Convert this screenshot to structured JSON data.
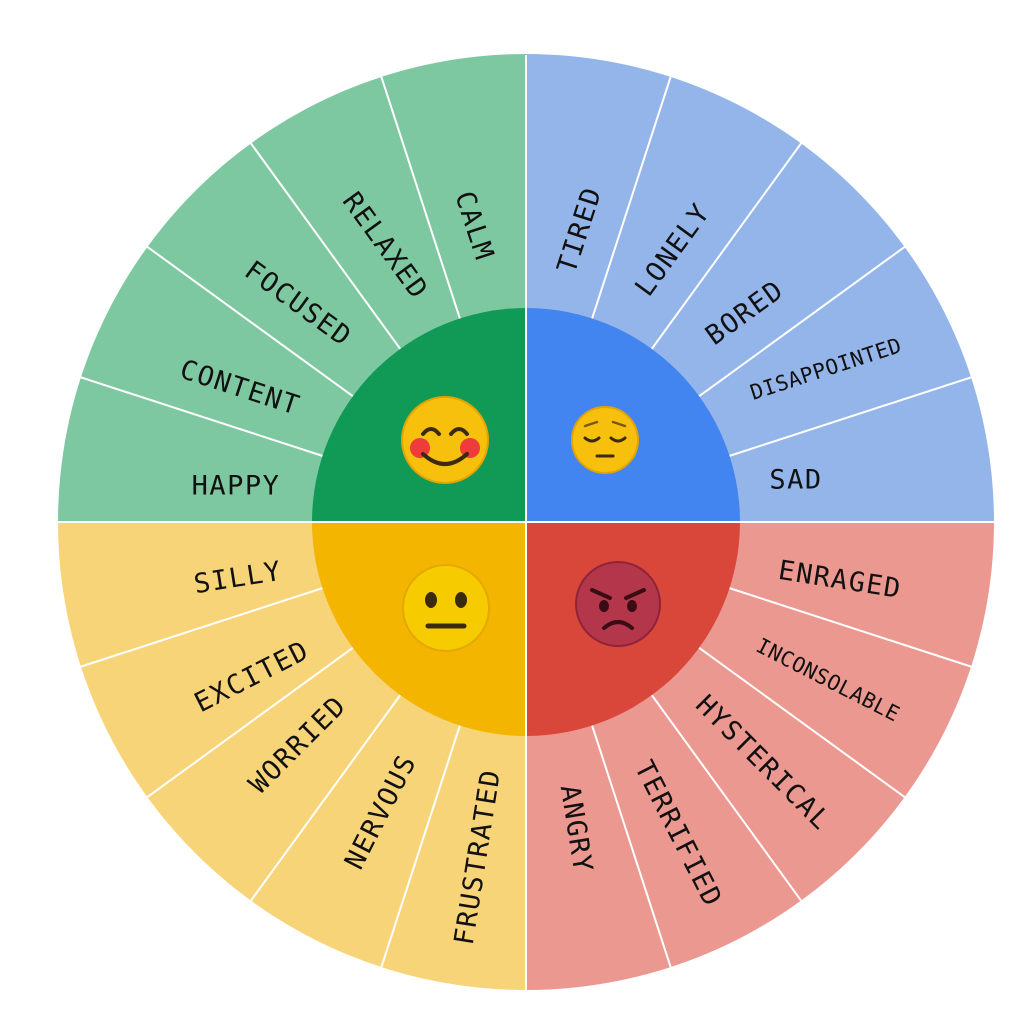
{
  "wheel": {
    "quadrants": [
      {
        "id": "green",
        "face": "smiling-blushing-face",
        "outer_color": "#7ec8a1",
        "inner_color": "#109a55",
        "labels": [
          "HAPPY",
          "CONTENT",
          "FOCUSED",
          "RELAXED",
          "CALM"
        ]
      },
      {
        "id": "blue",
        "face": "pensive-face",
        "outer_color": "#94b5ea",
        "inner_color": "#4285f0",
        "labels": [
          "TIRED",
          "LONELY",
          "BORED",
          "DISAPPOINTED",
          "SAD"
        ]
      },
      {
        "id": "red",
        "face": "angry-face",
        "outer_color": "#eb9890",
        "inner_color": "#d9473b",
        "labels": [
          "ENRAGED",
          "INCONSOLABLE",
          "HYSTERICAL",
          "TERRIFIED",
          "ANGRY"
        ]
      },
      {
        "id": "yellow",
        "face": "neutral-face",
        "outer_color": "#f8d479",
        "inner_color": "#f4b500",
        "labels": [
          "FRUSTRATED",
          "NERVOUS",
          "WORRIED",
          "EXCITED",
          "SILLY"
        ]
      }
    ]
  }
}
